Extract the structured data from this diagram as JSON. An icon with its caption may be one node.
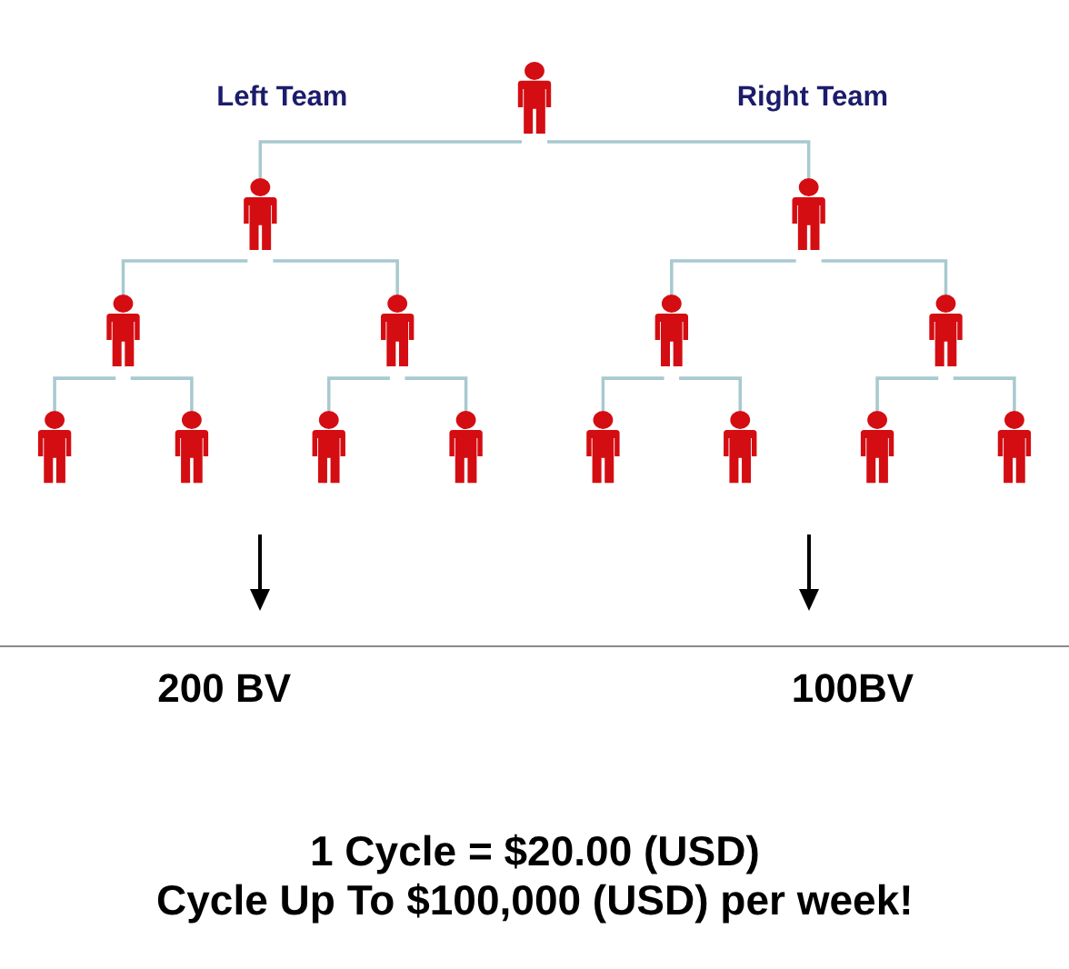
{
  "diagram": {
    "nodes": [
      {
        "text": [],
        "shape": "person"
      },
      {
        "text": [],
        "shape": "person"
      },
      {
        "text": [],
        "shape": "person"
      },
      {
        "text": [],
        "shape": "person"
      },
      {
        "text": [],
        "shape": "person"
      },
      {
        "text": [],
        "shape": "person"
      },
      {
        "text": [],
        "shape": "person"
      },
      {
        "text": [],
        "shape": "person"
      },
      {
        "text": [],
        "shape": "person"
      },
      {
        "text": [],
        "shape": "person"
      },
      {
        "text": [],
        "shape": "person"
      },
      {
        "text": [],
        "shape": "person"
      },
      {
        "text": [],
        "shape": "person"
      },
      {
        "text": [],
        "shape": "person"
      },
      {
        "text": [],
        "shape": "person"
      }
    ],
    "edges": [
      {
        "from": 0,
        "to": 1,
        "arrow": "none"
      },
      {
        "from": 0,
        "to": 2,
        "arrow": "none"
      },
      {
        "from": 1,
        "to": 3,
        "arrow": "none"
      },
      {
        "from": 1,
        "to": 4,
        "arrow": "none"
      },
      {
        "from": 2,
        "to": 5,
        "arrow": "none"
      },
      {
        "from": 2,
        "to": 6,
        "arrow": "none"
      },
      {
        "from": 3,
        "to": 7,
        "arrow": "none"
      },
      {
        "from": 3,
        "to": 8,
        "arrow": "none"
      },
      {
        "from": 4,
        "to": 9,
        "arrow": "none"
      },
      {
        "from": 4,
        "to": 10,
        "arrow": "none"
      },
      {
        "from": 5,
        "to": 11,
        "arrow": "none"
      },
      {
        "from": 5,
        "to": 12,
        "arrow": "none"
      },
      {
        "from": 6,
        "to": 13,
        "arrow": "none"
      },
      {
        "from": 6,
        "to": 14,
        "arrow": "none"
      }
    ],
    "labels": [
      "Left Team",
      "Right Team",
      "200 BV",
      "100BV",
      "1 Cycle = $20.00 (USD)",
      "Cycle Up To $100,000 (USD) per week!"
    ]
  }
}
